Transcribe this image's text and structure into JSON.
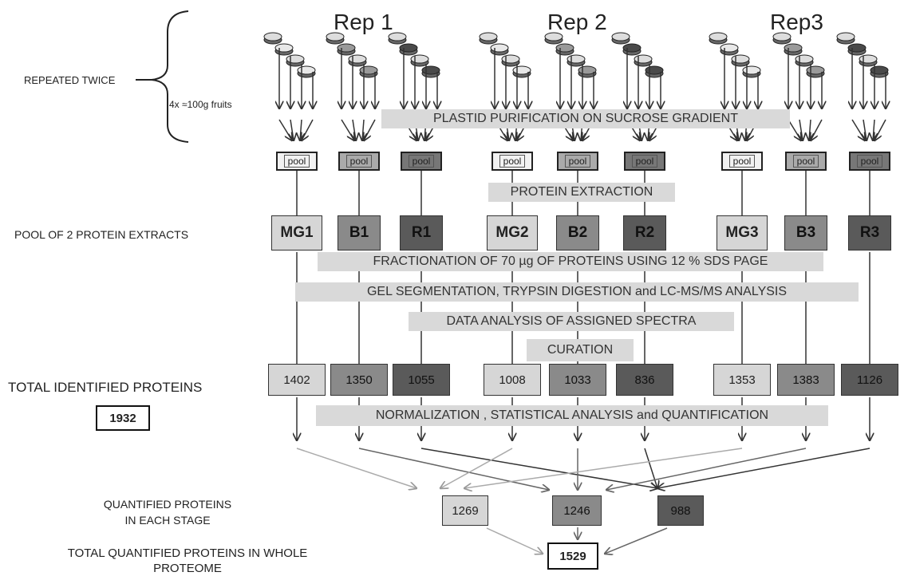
{
  "reps": [
    "Rep 1",
    "Rep 2",
    "Rep3"
  ],
  "left_labels": {
    "repeated": "REPEATED TWICE",
    "fruits": "4x ≈100g fruits",
    "pool_extracts": "POOL OF 2  PROTEIN EXTRACTS",
    "total_identified": "TOTAL IDENTIFIED PROTEINS",
    "total_identified_value": "1932",
    "quantified_line1": "QUANTIFIED PROTEINS",
    "quantified_line2": "IN EACH STAGE",
    "whole_line1": "TOTAL QUANTIFIED PROTEINS IN WHOLE",
    "whole_line2": "PROTEOME"
  },
  "steps": {
    "plastid": "PLASTID PURIFICATION ON SUCROSE GRADIENT",
    "extraction": "PROTEIN EXTRACTION",
    "fractionation": "FRACTIONATION OF 70 µg OF PROTEINS USING 12 % SDS PAGE",
    "gel": "GEL SEGMENTATION, TRYPSIN DIGESTION and LC-MS/MS ANALYSIS",
    "data": "DATA ANALYSIS OF ASSIGNED SPECTRA",
    "curation": "CURATION",
    "normalization": "NORMALIZATION , STATISTICAL  ANALYSIS and QUANTIFICATION"
  },
  "pool_label": "pool",
  "samples": [
    "MG1",
    "B1",
    "R1",
    "MG2",
    "B2",
    "R2",
    "MG3",
    "B3",
    "R3"
  ],
  "identified": [
    "1402",
    "1350",
    "1055",
    "1008",
    "1033",
    "836",
    "1353",
    "1383",
    "1126"
  ],
  "quantified": [
    "1269",
    "1246",
    "988"
  ],
  "whole_total": "1529",
  "colors": {
    "mature_green": "#d6d6d6",
    "breaker": "#8a8a8a",
    "red": "#5a5a5a"
  }
}
